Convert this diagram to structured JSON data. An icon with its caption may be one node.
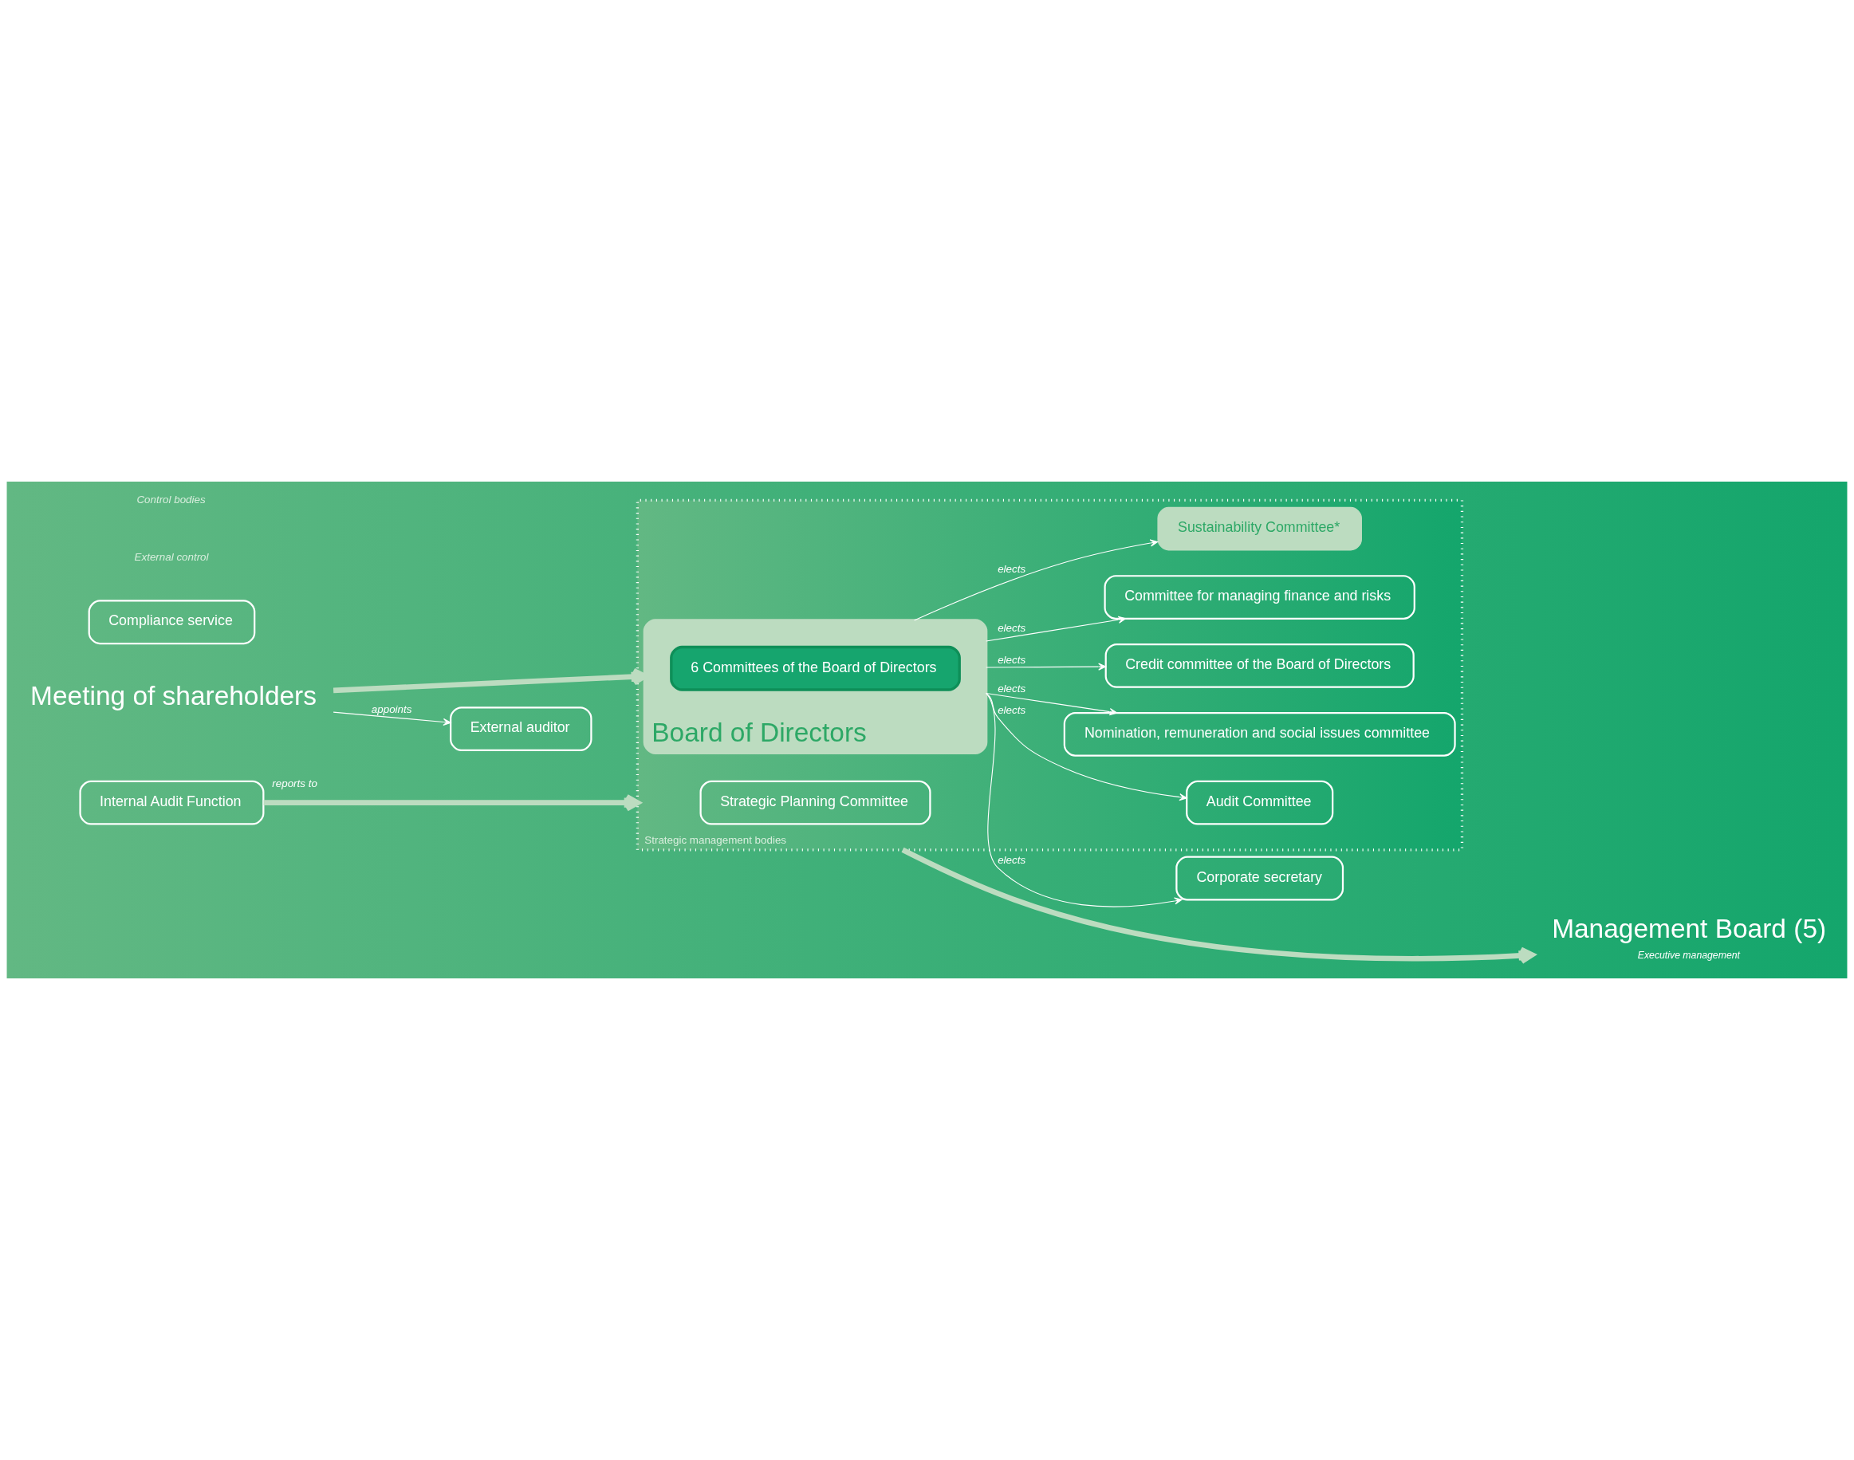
{
  "diagram": {
    "nodes": [
      {
        "text": [
          "External auditor"
        ]
      },
      {
        "text": [
          "Meeting of shareholders"
        ]
      },
      {
        "text": [
          "Strategic management bodies"
        ]
      },
      {
        "text": [
          "Strategic Planning Committee"
        ],
        "in": 2
      },
      {
        "text": [
          "Committee for managing finance and risks"
        ],
        "in": 2
      },
      {
        "text": [
          "Sustainability Committee*"
        ],
        "in": 2
      },
      {
        "text": [
          "Audit Committee"
        ],
        "in": 2
      },
      {
        "text": [
          "Board of Directors"
        ],
        "in": 2
      },
      {
        "text": [
          "6 Committees of the Board of Directors"
        ],
        "in": 7
      },
      {
        "text": [
          "Nomination, remuneration and social issues committee"
        ],
        "in": 2
      },
      {
        "text": [
          "Credit committee of the Board of Directors"
        ],
        "in": 2
      },
      {
        "text": [
          "Management Board (5)"
        ],
        "beside": [
          "Executive management"
        ]
      },
      {
        "text": [
          "Internal Audit Function"
        ]
      },
      {
        "text": [
          "Compliance service"
        ]
      },
      {
        "text": [
          "Corporate secretary"
        ]
      }
    ],
    "edges": [
      {
        "from": 1,
        "to": 0,
        "arrow": "to",
        "label": "appoints"
      },
      {
        "from": 1,
        "to": 7,
        "arrow": "to",
        "style": "thick",
        "color": "#bcdcc0"
      },
      {
        "from": 7,
        "to": 4,
        "arrow": "to",
        "label": "elects"
      },
      {
        "from": 7,
        "to": 5,
        "arrow": "to",
        "label": "elects"
      },
      {
        "from": 7,
        "to": 6,
        "arrow": "to",
        "label": "elects"
      },
      {
        "from": 7,
        "to": 9,
        "arrow": "to",
        "label": "elects"
      },
      {
        "from": 7,
        "to": 10,
        "arrow": "to",
        "label": "elects"
      },
      {
        "from": 7,
        "to": 14,
        "arrow": "to",
        "label": "elects"
      },
      {
        "from": 2,
        "to": 11,
        "arrow": "to",
        "style": "thick",
        "color": "#bcdcc0"
      },
      {
        "from": 12,
        "to": 2,
        "arrow": "to",
        "label": "reports to",
        "style": "thick",
        "color": "#bcdcc0"
      }
    ],
    "labels": [
      "External control",
      "Control bodies"
    ]
  }
}
